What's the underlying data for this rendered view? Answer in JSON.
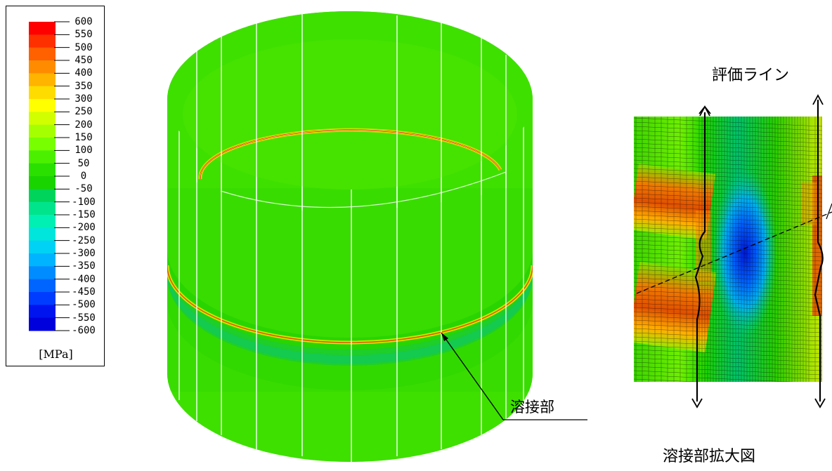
{
  "legend": {
    "unit": "[MPa]",
    "labels": [
      "600",
      "550",
      "500",
      "450",
      "400",
      "350",
      "300",
      "250",
      "200",
      "150",
      "100",
      "50",
      "0",
      "-50",
      "-100",
      "-150",
      "-200",
      "-250",
      "-300",
      "-350",
      "-400",
      "-450",
      "-500",
      "-550",
      "-600"
    ],
    "colors": [
      "#ff0000",
      "#ff3000",
      "#ff6000",
      "#ff8c00",
      "#ffb400",
      "#ffdc00",
      "#ffff00",
      "#d2ff00",
      "#a5ff00",
      "#78ff00",
      "#4bf000",
      "#2ae000",
      "#1ad400",
      "#00d45a",
      "#00e48c",
      "#00f0b4",
      "#00e6dc",
      "#00d2f5",
      "#00b4ff",
      "#008cff",
      "#0064ff",
      "#003cff",
      "#0014f0",
      "#0000dc"
    ]
  },
  "labels": {
    "weld": "溶接部",
    "evaluation_line": "評価ライン",
    "zoom_caption": "溶接部拡大図"
  }
}
